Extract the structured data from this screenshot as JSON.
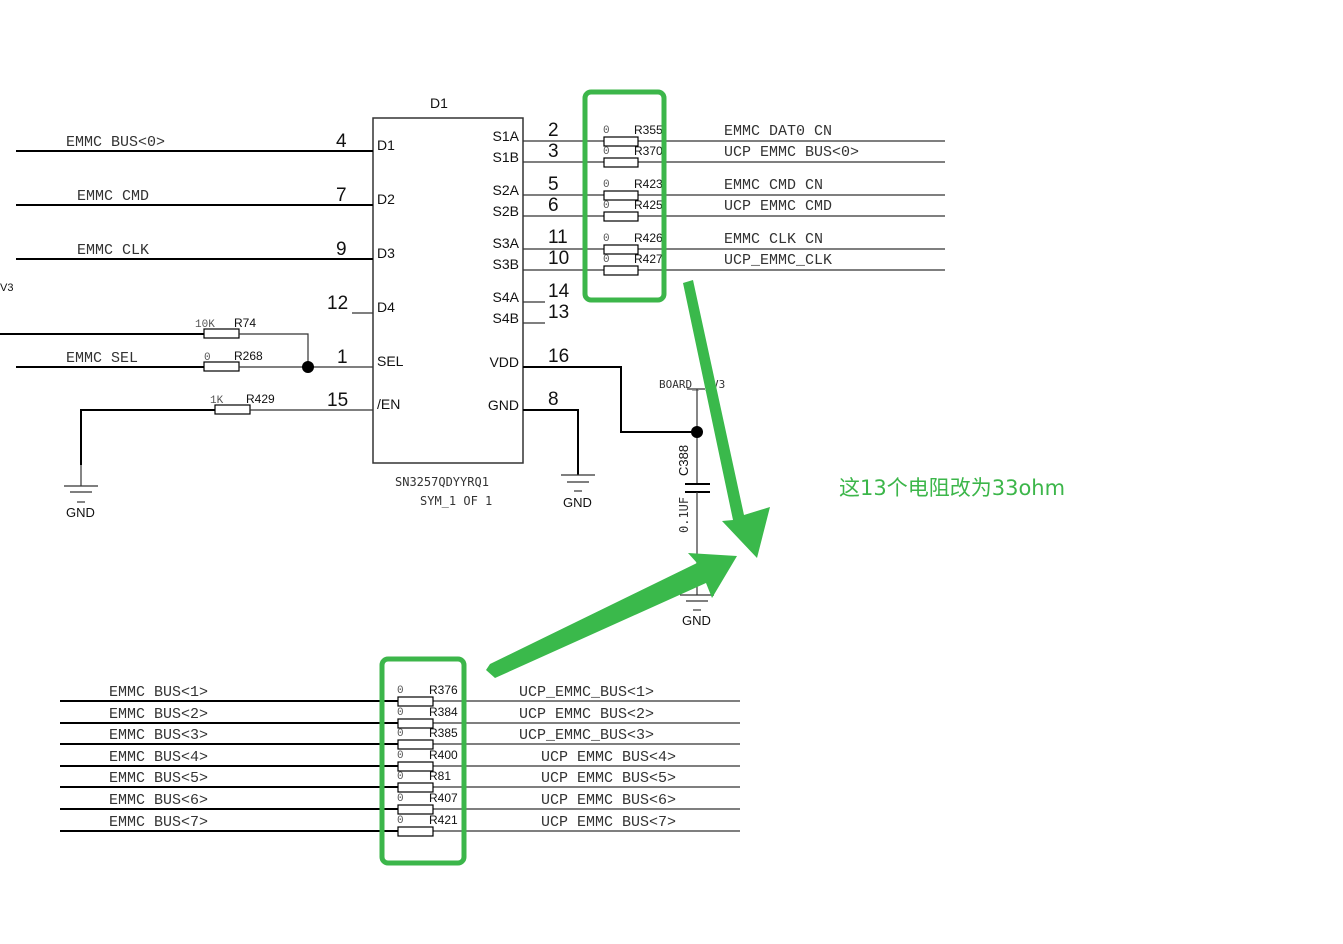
{
  "chip": {
    "refdes": "D1",
    "part_number": "SN3257QDYYRQ1",
    "symbol_label": "SYM_1 OF 1",
    "left_pins": [
      {
        "name": "D1",
        "number": "4",
        "net": "EMMC BUS<0>"
      },
      {
        "name": "D2",
        "number": "7",
        "net": "EMMC CMD"
      },
      {
        "name": "D3",
        "number": "9",
        "net": "EMMC CLK"
      },
      {
        "name": "D4",
        "number": "12",
        "net": ""
      },
      {
        "name": "SEL",
        "number": "1",
        "net": "EMMC SEL"
      },
      {
        "name": "/EN",
        "number": "15",
        "net": ""
      }
    ],
    "right_pins": [
      {
        "name": "S1A",
        "number": "2"
      },
      {
        "name": "S1B",
        "number": "3"
      },
      {
        "name": "S2A",
        "number": "5"
      },
      {
        "name": "S2B",
        "number": "6"
      },
      {
        "name": "S3A",
        "number": "11"
      },
      {
        "name": "S3B",
        "number": "10"
      },
      {
        "name": "S4A",
        "number": "14"
      },
      {
        "name": "S4B",
        "number": "13"
      },
      {
        "name": "VDD",
        "number": "16"
      },
      {
        "name": "GND",
        "number": "8"
      }
    ]
  },
  "sel_resistors": [
    {
      "refdes": "R74",
      "value": "10K"
    },
    {
      "refdes": "R268",
      "value": "0"
    },
    {
      "refdes": "R429",
      "value": "1K"
    }
  ],
  "left_edge_fragment": "V3",
  "upper_resistors": [
    {
      "refdes": "R355",
      "value": "0",
      "net": "EMMC DAT0 CN"
    },
    {
      "refdes": "R370",
      "value": "0",
      "net": "UCP EMMC BUS<0>"
    },
    {
      "refdes": "R423",
      "value": "0",
      "net": "EMMC CMD CN"
    },
    {
      "refdes": "R425",
      "value": "0",
      "net": "UCP EMMC CMD"
    },
    {
      "refdes": "R426",
      "value": "0",
      "net": "EMMC CLK CN"
    },
    {
      "refdes": "R427",
      "value": "0",
      "net": "UCP_EMMC_CLK"
    }
  ],
  "capacitor": {
    "refdes": "C388",
    "value": "0.1UF",
    "power_net": "BOARD_ _V3"
  },
  "ground_label": "GND",
  "lower_resistors": [
    {
      "refdes": "R376",
      "value": "0",
      "left_net": "EMMC BUS<1>",
      "right_net": "UCP_EMMC_BUS<1>"
    },
    {
      "refdes": "R384",
      "value": "0",
      "left_net": "EMMC BUS<2>",
      "right_net": "UCP EMMC BUS<2>"
    },
    {
      "refdes": "R385",
      "value": "0",
      "left_net": "EMMC BUS<3>",
      "right_net": "UCP_EMMC_BUS<3>"
    },
    {
      "refdes": "R400",
      "value": "0",
      "left_net": "EMMC BUS<4>",
      "right_net": "UCP EMMC BUS<4>"
    },
    {
      "refdes": "R81",
      "value": "0",
      "left_net": "EMMC BUS<5>",
      "right_net": "UCP EMMC BUS<5>"
    },
    {
      "refdes": "R407",
      "value": "0",
      "left_net": "EMMC BUS<6>",
      "right_net": "UCP EMMC BUS<6>"
    },
    {
      "refdes": "R421",
      "value": "0",
      "left_net": "EMMC BUS<7>",
      "right_net": "UCP EMMC BUS<7>"
    }
  ],
  "annotation": {
    "text": "这13个电阻改为33ohm",
    "color": "#3cb64a"
  }
}
